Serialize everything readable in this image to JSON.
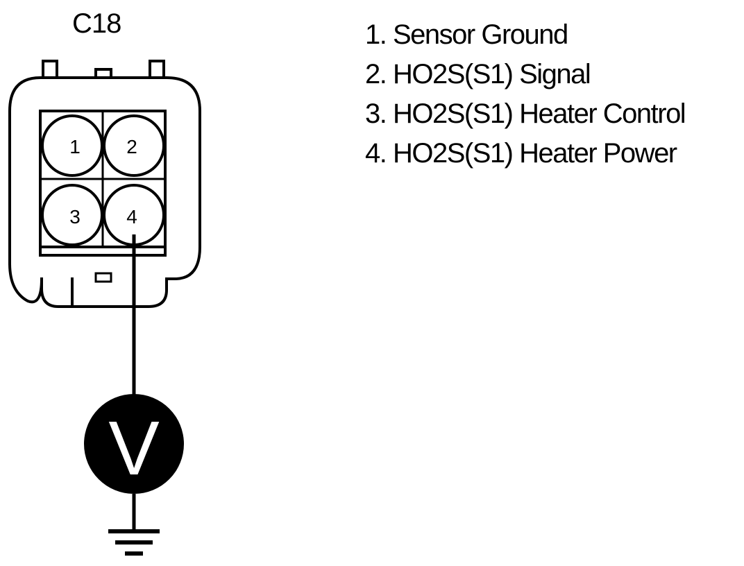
{
  "connector": {
    "id": "C18",
    "pins": [
      {
        "number": "1",
        "function": "1. Sensor Ground"
      },
      {
        "number": "2",
        "function": "2. HO2S(S1) Signal"
      },
      {
        "number": "3",
        "function": "3. HO2S(S1) Heater Control"
      },
      {
        "number": "4",
        "function": "4. HO2S(S1) Heater Power"
      }
    ]
  },
  "meter": {
    "symbol": "V",
    "probe_pin": "4"
  }
}
